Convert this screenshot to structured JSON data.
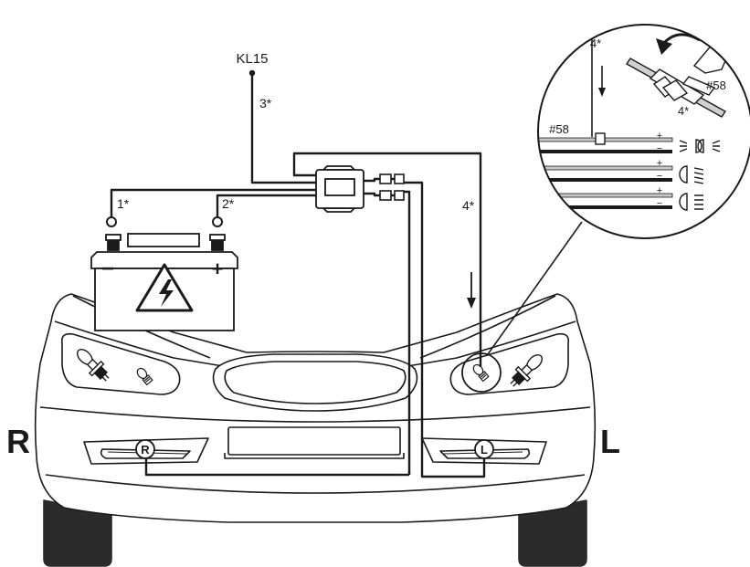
{
  "labels": {
    "kl15": "KL15",
    "wire_1": "1*",
    "wire_2": "2*",
    "wire_3": "3*",
    "wire_4_main": "4*",
    "wire_4_zoom_top": "4*",
    "wire_4_zoom_clip": "4*",
    "ref_58_zoom_wire": "#58",
    "ref_58_zoom_clip": "#58",
    "battery_minus": "−",
    "battery_plus": "+",
    "zoom_plus_1": "+",
    "zoom_minus_1": "−",
    "zoom_plus_2": "+",
    "zoom_minus_2": "−",
    "zoom_plus_3": "+",
    "zoom_minus_3": "−",
    "side_right": "R",
    "side_left": "L",
    "drl_right_marker": "R",
    "drl_left_marker": "L"
  },
  "icons": {
    "battery": "battery-icon",
    "warning": "high-voltage-warning-icon",
    "module": "control-module-icon",
    "headlight_bulb": "h-bulb-icon",
    "parking_bulb": "parking-bulb-icon",
    "parking_light_symbol": "parking-light-symbol-icon",
    "low_beam_symbol": "low-beam-symbol-icon",
    "high_beam_symbol": "high-beam-symbol-icon",
    "wire_clip": "wire-tap-clip-icon",
    "rotate_arrow": "rotate-arrow-icon"
  },
  "colors": {
    "line": "#1a1a1a",
    "wire_light": "#c8c8c8",
    "tire": "#2b2b2b",
    "car_body": "#ffffff"
  }
}
